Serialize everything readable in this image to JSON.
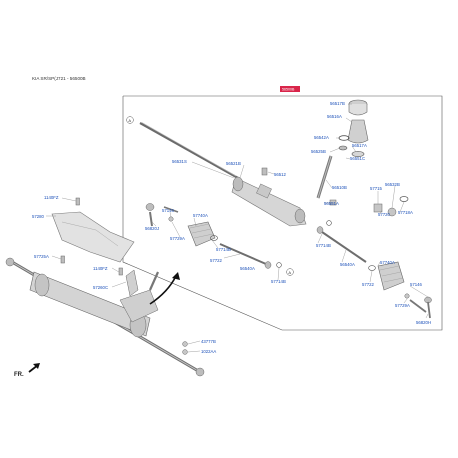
{
  "header": {
    "title": "KIA SR/SP(J721 - 56500B",
    "box_tag": "56500B"
  },
  "callout_circle": "A",
  "orientation": "FR.",
  "colors": {
    "label": "#1a4fb8",
    "tag": "#d9254a",
    "line": "#8a8a8a"
  },
  "labels": {
    "l56517B": "56517B",
    "l56516A": "56516A",
    "l56542A": "56542A",
    "l56517A": "56517A",
    "l56525B": "56525B",
    "l56551C": "56551C",
    "l56531S": "56531S",
    "l56521B": "56521B",
    "l56512": "56512",
    "l56510B": "56510B",
    "l57715": "57715",
    "l56532B": "56532B",
    "l56551A": "56551A",
    "l57720": "57720",
    "l57718A": "57718A",
    "l57146a": "57146",
    "l57740Aa": "57740A",
    "l56820J": "56820J",
    "l57729Aa": "57729A",
    "l57714Ba": "57714B",
    "l57722a": "57722",
    "l56540Aa": "56540A",
    "l56540Ab": "56540A",
    "l57740Ab": "57740A",
    "l57714Bb": "57714B",
    "l57722b": "57722",
    "l57146b": "57146",
    "l57729Ab": "57729A",
    "l56820H": "56820H",
    "l1140FZa": "1140FZ",
    "l57280": "57280",
    "l57725A": "57725A",
    "l1140FZb": "1140FZ",
    "l57260C": "57260C",
    "l43777B": "43777B",
    "l1022AA": "1022AA"
  }
}
